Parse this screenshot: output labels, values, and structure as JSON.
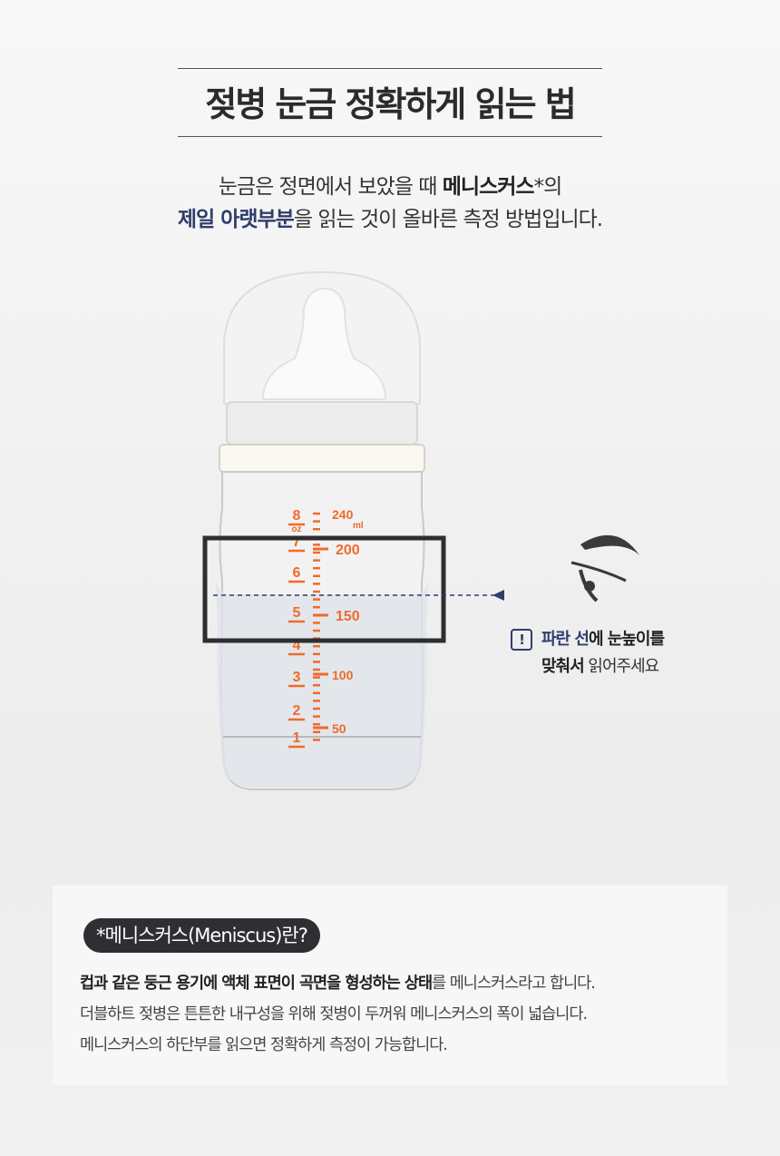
{
  "header": {
    "title": "젖병 눈금 정확하게 읽는 법"
  },
  "subtitle": {
    "line1_a": "눈금은 정면에서 보았을 때 ",
    "line1_bold": "메니스커스",
    "line1_b": "*의",
    "line2_blue": "제일 아랫부분",
    "line2_rest": "을 읽는 것이 올바른 측정 방법입니다."
  },
  "scale": {
    "oz_labels": [
      "1",
      "2",
      "3",
      "4",
      "5",
      "6",
      "7",
      "8"
    ],
    "oz_unit": "oz",
    "ml_labels": [
      "50",
      "100",
      "150",
      "200",
      "240"
    ],
    "ml_unit": "ml"
  },
  "note": {
    "icon": "exclamation-icon",
    "mark": "!",
    "l1_blue": "파란 선",
    "l1_rest": "에 눈높이를",
    "l2_bold": "맞춰서",
    "l2_rest": " 읽어주세요"
  },
  "meniscus": {
    "badge": "*메니스커스(Meniscus)란?",
    "p1_bold": "컵과 같은 둥근 용기에 액체 표면이 곡면을 형성하는 상태",
    "p1_rest": "를 메니스커스라고 합니다.",
    "p2": "더블하트 젖병은 튼튼한 내구성을 위해 젖병이 두꺼워  메니스커스의 폭이 넓습니다.",
    "p3": "메니스커스의 하단부를 읽으면 정확하게 측정이 가능합니다."
  },
  "colors": {
    "accent_blue": "#2f3d6b",
    "scale_orange": "#f06a2a"
  }
}
